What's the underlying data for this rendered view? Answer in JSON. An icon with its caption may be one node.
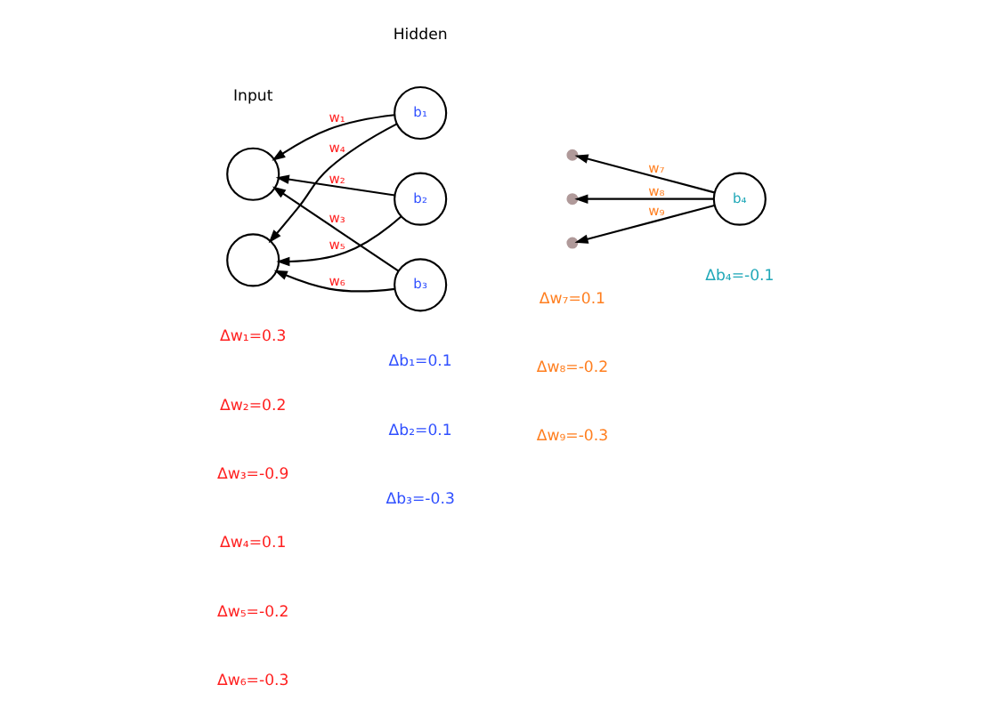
{
  "diagram": {
    "nodes": [
      {
        "text": [],
        "shape": "circle"
      },
      {
        "text": [],
        "shape": "circle"
      },
      {
        "text": [
          "b₁"
        ]
      },
      {
        "text": [
          "b₂"
        ]
      },
      {
        "text": [
          "b₃"
        ]
      },
      {
        "text": [],
        "shape": "cross"
      },
      {
        "text": [],
        "shape": "cross"
      },
      {
        "text": [],
        "shape": "cross"
      },
      {
        "text": [
          "b₄"
        ]
      }
    ],
    "edges": [
      {
        "from": 2,
        "to": 0,
        "arrow": "to",
        "label": "w₁"
      },
      {
        "from": 3,
        "to": 0,
        "arrow": "to",
        "label": "w₂"
      },
      {
        "from": 4,
        "to": 0,
        "arrow": "to",
        "label": "w₃"
      },
      {
        "from": 2,
        "to": 1,
        "arrow": "to",
        "label": "w₄"
      },
      {
        "from": 3,
        "to": 1,
        "arrow": "to",
        "label": "w₅"
      },
      {
        "from": 4,
        "to": 1,
        "arrow": "to",
        "label": "w₆"
      },
      {
        "from": 8,
        "to": 5,
        "arrow": "to",
        "label": "w₇"
      },
      {
        "from": 8,
        "to": 6,
        "arrow": "to",
        "label": "w₈"
      },
      {
        "from": 8,
        "to": 7,
        "arrow": "to",
        "label": "w₉"
      }
    ],
    "labels": [
      "Hidden",
      "Input",
      "Δw₁=0.3",
      "Δw₂=0.2",
      "Δw₃=-0.9",
      "Δw₄=0.1",
      "Δw₅=-0.2",
      "Δw₆=-0.3",
      "Δb₁=0.1",
      "Δb₂=0.1",
      "Δb₃=-0.3",
      "Δw₇=0.1",
      "Δw₈=-0.2",
      "Δw₉=-0.3",
      "Δb₄=-0.1"
    ]
  }
}
